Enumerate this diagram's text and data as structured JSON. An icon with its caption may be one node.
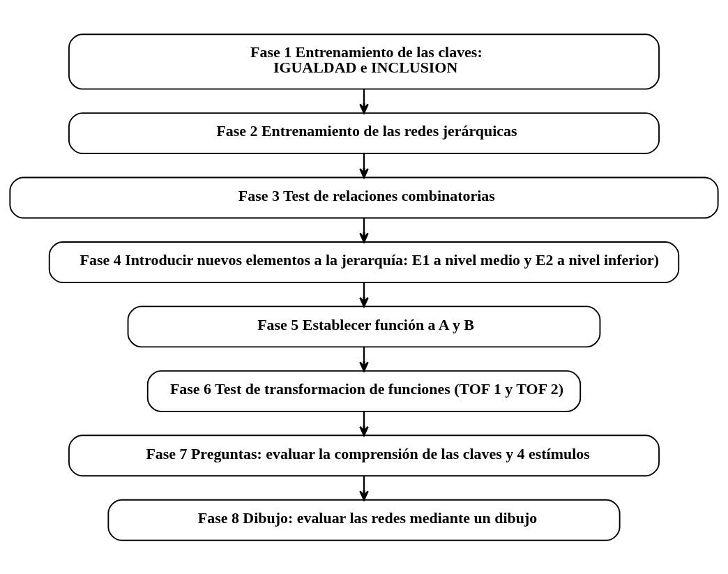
{
  "diagram": {
    "nodes": [
      {
        "text": [
          "Fase 1 Entrenamiento de las claves:",
          "IGUALDAD e INCLUSION"
        ]
      },
      {
        "text": [
          "Fase 2 Entrenamiento de las redes jerárquicas"
        ]
      },
      {
        "text": [
          "Fase 3 Test de relaciones combinatorias"
        ]
      },
      {
        "text": [
          "Fase 4 Introducir nuevos elementos a la jerarquía: E1 a nivel medio y E2 a nivel inferior)"
        ]
      },
      {
        "text": [
          "Fase 5 Establecer función a A y B"
        ]
      },
      {
        "text": [
          "Fase 6 Test de transformacion de funciones (TOF 1 y TOF 2)"
        ]
      },
      {
        "text": [
          "Fase 7 Preguntas: evaluar la comprensión de las claves y 4 estímulos"
        ]
      },
      {
        "text": [
          "Fase 8 Dibujo: evaluar las redes mediante un dibujo"
        ]
      }
    ],
    "edges": [
      {
        "from": 0,
        "to": 1,
        "arrow": "to"
      },
      {
        "from": 1,
        "to": 2,
        "arrow": "to"
      },
      {
        "from": 2,
        "to": 3,
        "arrow": "to"
      },
      {
        "from": 3,
        "to": 4,
        "arrow": "to"
      },
      {
        "from": 4,
        "to": 5,
        "arrow": "to"
      },
      {
        "from": 5,
        "to": 6,
        "arrow": "to"
      },
      {
        "from": 6,
        "to": 7,
        "arrow": "to"
      }
    ]
  }
}
